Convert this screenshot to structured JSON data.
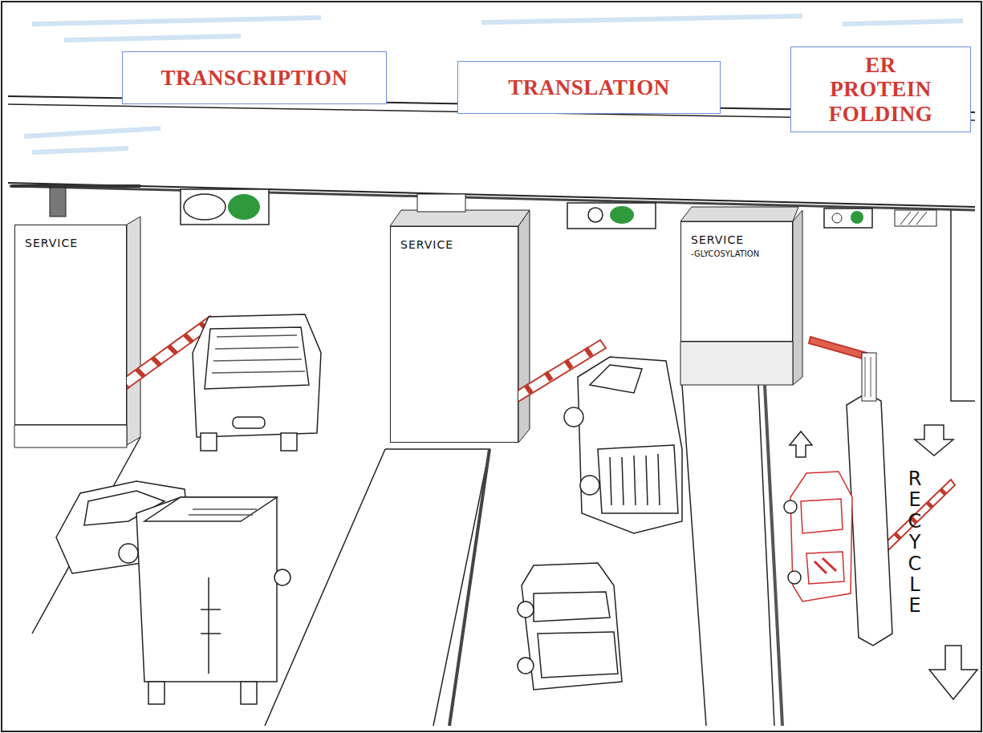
{
  "diagram": {
    "nodes": [
      {
        "text": [
          "TRANSCRIPTION"
        ]
      },
      {
        "text": [
          "TRANSLATION"
        ]
      },
      {
        "text": [
          "ER PROTEIN FOLDING"
        ]
      },
      {
        "text": [
          "SERVICE"
        ]
      },
      {
        "text": [
          "SERVICE"
        ]
      },
      {
        "text": [
          "SERVICE",
          "-GLYCOSYLATION"
        ]
      }
    ],
    "labels": [
      "RECYCLE"
    ]
  }
}
